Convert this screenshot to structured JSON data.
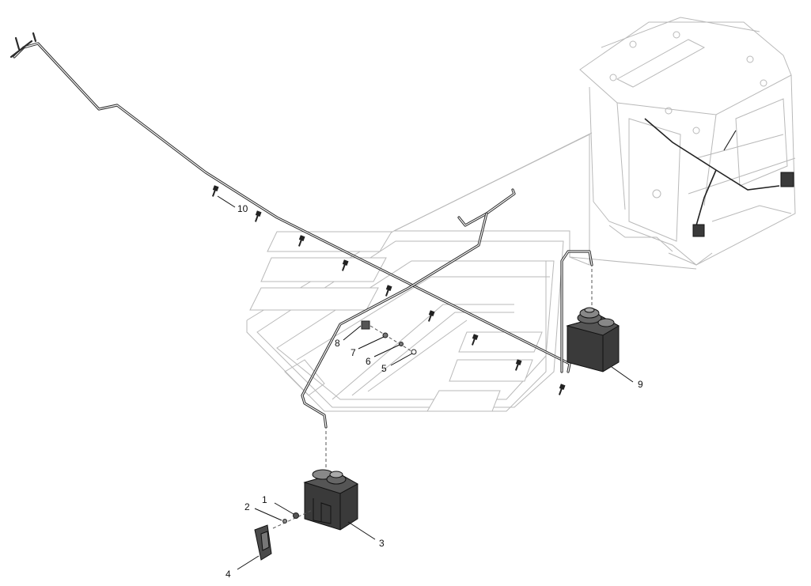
{
  "callouts": [
    {
      "id": "c1",
      "label": "1"
    },
    {
      "id": "c2",
      "label": "2"
    },
    {
      "id": "c3",
      "label": "3"
    },
    {
      "id": "c4",
      "label": "4"
    },
    {
      "id": "c5",
      "label": "5"
    },
    {
      "id": "c6",
      "label": "6"
    },
    {
      "id": "c7",
      "label": "7"
    },
    {
      "id": "c8",
      "label": "8"
    },
    {
      "id": "c9",
      "label": "9"
    },
    {
      "id": "c10",
      "label": "10"
    }
  ],
  "colors": {
    "line": "#2a2a2a",
    "ghost": "#b9b9b9",
    "reservoir": "#3a3a3a",
    "background": "#ffffff"
  }
}
